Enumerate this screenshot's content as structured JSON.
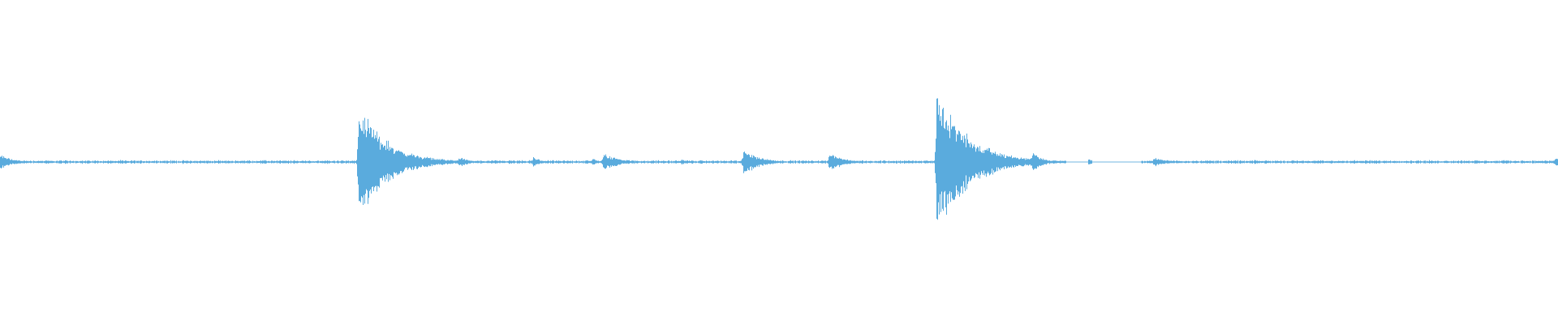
{
  "waveform": {
    "color": "#5aabdd",
    "background": "#ffffff",
    "peaks": [
      {
        "position": 0.0,
        "amplitude": 0.1,
        "decay": 0.008
      },
      {
        "position": 0.23,
        "amplitude": 0.75,
        "decay": 0.018
      },
      {
        "position": 0.294,
        "amplitude": 0.08,
        "decay": 0.006
      },
      {
        "position": 0.342,
        "amplitude": 0.07,
        "decay": 0.005
      },
      {
        "position": 0.38,
        "amplitude": 0.05,
        "decay": 0.004
      },
      {
        "position": 0.387,
        "amplitude": 0.12,
        "decay": 0.01
      },
      {
        "position": 0.437,
        "amplitude": 0.04,
        "decay": 0.004
      },
      {
        "position": 0.477,
        "amplitude": 0.18,
        "decay": 0.01
      },
      {
        "position": 0.532,
        "amplitude": 0.14,
        "decay": 0.008
      },
      {
        "position": 0.601,
        "amplitude": 0.95,
        "decay": 0.02
      },
      {
        "position": 0.662,
        "amplitude": 0.16,
        "decay": 0.006
      },
      {
        "position": 0.698,
        "amplitude": 0.05,
        "decay": 0.003
      },
      {
        "position": 0.74,
        "amplitude": 0.06,
        "decay": 0.01
      },
      {
        "position": 0.998,
        "amplitude": 0.08,
        "decay": 0.003
      }
    ],
    "gaps": [
      {
        "start": 0.684,
        "end": 0.698
      },
      {
        "start": 0.701,
        "end": 0.732
      }
    ],
    "noise_level": 0.025
  }
}
